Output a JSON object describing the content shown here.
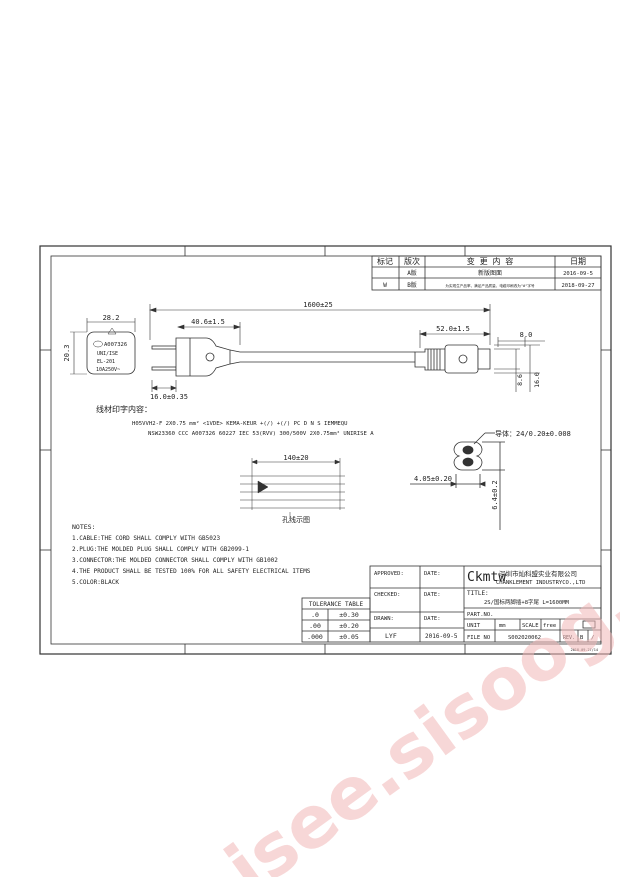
{
  "revision_table": {
    "headers": [
      "标记",
      "版次",
      "变  更  内  容",
      "日期"
    ],
    "rows": [
      {
        "mark": "",
        "version": "A版",
        "content": "新版图面",
        "date": "2016-09-5"
      },
      {
        "mark": "W",
        "version": "B版",
        "content": "为实现生产品率，满足产品质量，电缆印刷改为\"#\"字号",
        "date": "2018-09-27"
      }
    ]
  },
  "dimensions": {
    "overall_length": "1600±25",
    "plug_length": "40.6±1.5",
    "connector_length": "52.0±1.5",
    "plug_width": "28.2",
    "plug_height": "20.3",
    "pin_spacing": "16.0±0.35",
    "conn_w1": "8.0",
    "conn_w2": "8.6",
    "conn_h": "16.0",
    "print_length": "140±20",
    "socket_width": "4.05±0.20",
    "socket_height": "6.4±0.2"
  },
  "plug_face": {
    "line1": "A007326",
    "line2": "UNI/ISE",
    "line3": "EL-201",
    "line4": "10A250V~"
  },
  "labels": {
    "print_title": "线材印字内容：",
    "print_line1": "H05VVH2-F 2X0.75 mm² <1VDE> KEMA-KEUR +(/) +(/) PC D N S IEMMEQU",
    "print_line2": "NSW23360 CCC A007326 60227 IEC 53(RVV) 300/500V 2X0.75mm² UNIRISE A",
    "print_sample": "孔线示图",
    "conductor": "导体：24/0.20±0.008"
  },
  "notes": {
    "title": "NOTES:",
    "items": [
      "1.CABLE:THE CORD SHALL COMPLY WITH GB5023",
      "2.PLUG:THE MOLDED PLUG SHALL COMPLY WITH GB2099-1",
      "3.CONNECTOR:THE MOLDED CONNECTOR SHALL COMPLY WITH GB1002",
      "4.THE PRODUCT SHALL BE TESTED 100% FOR ALL SAFETY ELECTRICAL ITEMS",
      "5.COLOR:BLACK"
    ]
  },
  "tolerance": {
    "title": "TOLERANCE TABLE",
    "rows": [
      {
        "dec": ".0",
        "tol": "±0.30"
      },
      {
        "dec": ".00",
        "tol": "±0.20"
      },
      {
        "dec": ".000",
        "tol": "±0.05"
      }
    ]
  },
  "title_block": {
    "approved": "APPROVED:",
    "checked": "CHECKED:",
    "drawn": "DRAWN:",
    "date": "DATE:",
    "drawn_by": "LYF",
    "drawn_date": "2016-09-5",
    "logo": "Ckmtw",
    "company_cn": "深圳市灿科盟实业有限公司",
    "company_en": "CHANKLEMENT INDUSTRYCO.,LTD",
    "title_label": "TITLE:",
    "title_value": "2S/国标两脚插+8字尾 L=1600MM",
    "part_no": "PART.NO.",
    "unit": "UNIT",
    "unit_value": "mm",
    "scale": "SCALE",
    "scale_value": "free",
    "file_no": "FILE NO",
    "file_value": "S002020062",
    "rev": "REV.",
    "rev_value": "B",
    "slash": "/"
  },
  "footer_code": "2018-09-27/14",
  "watermark": "isee.sisoog.com"
}
